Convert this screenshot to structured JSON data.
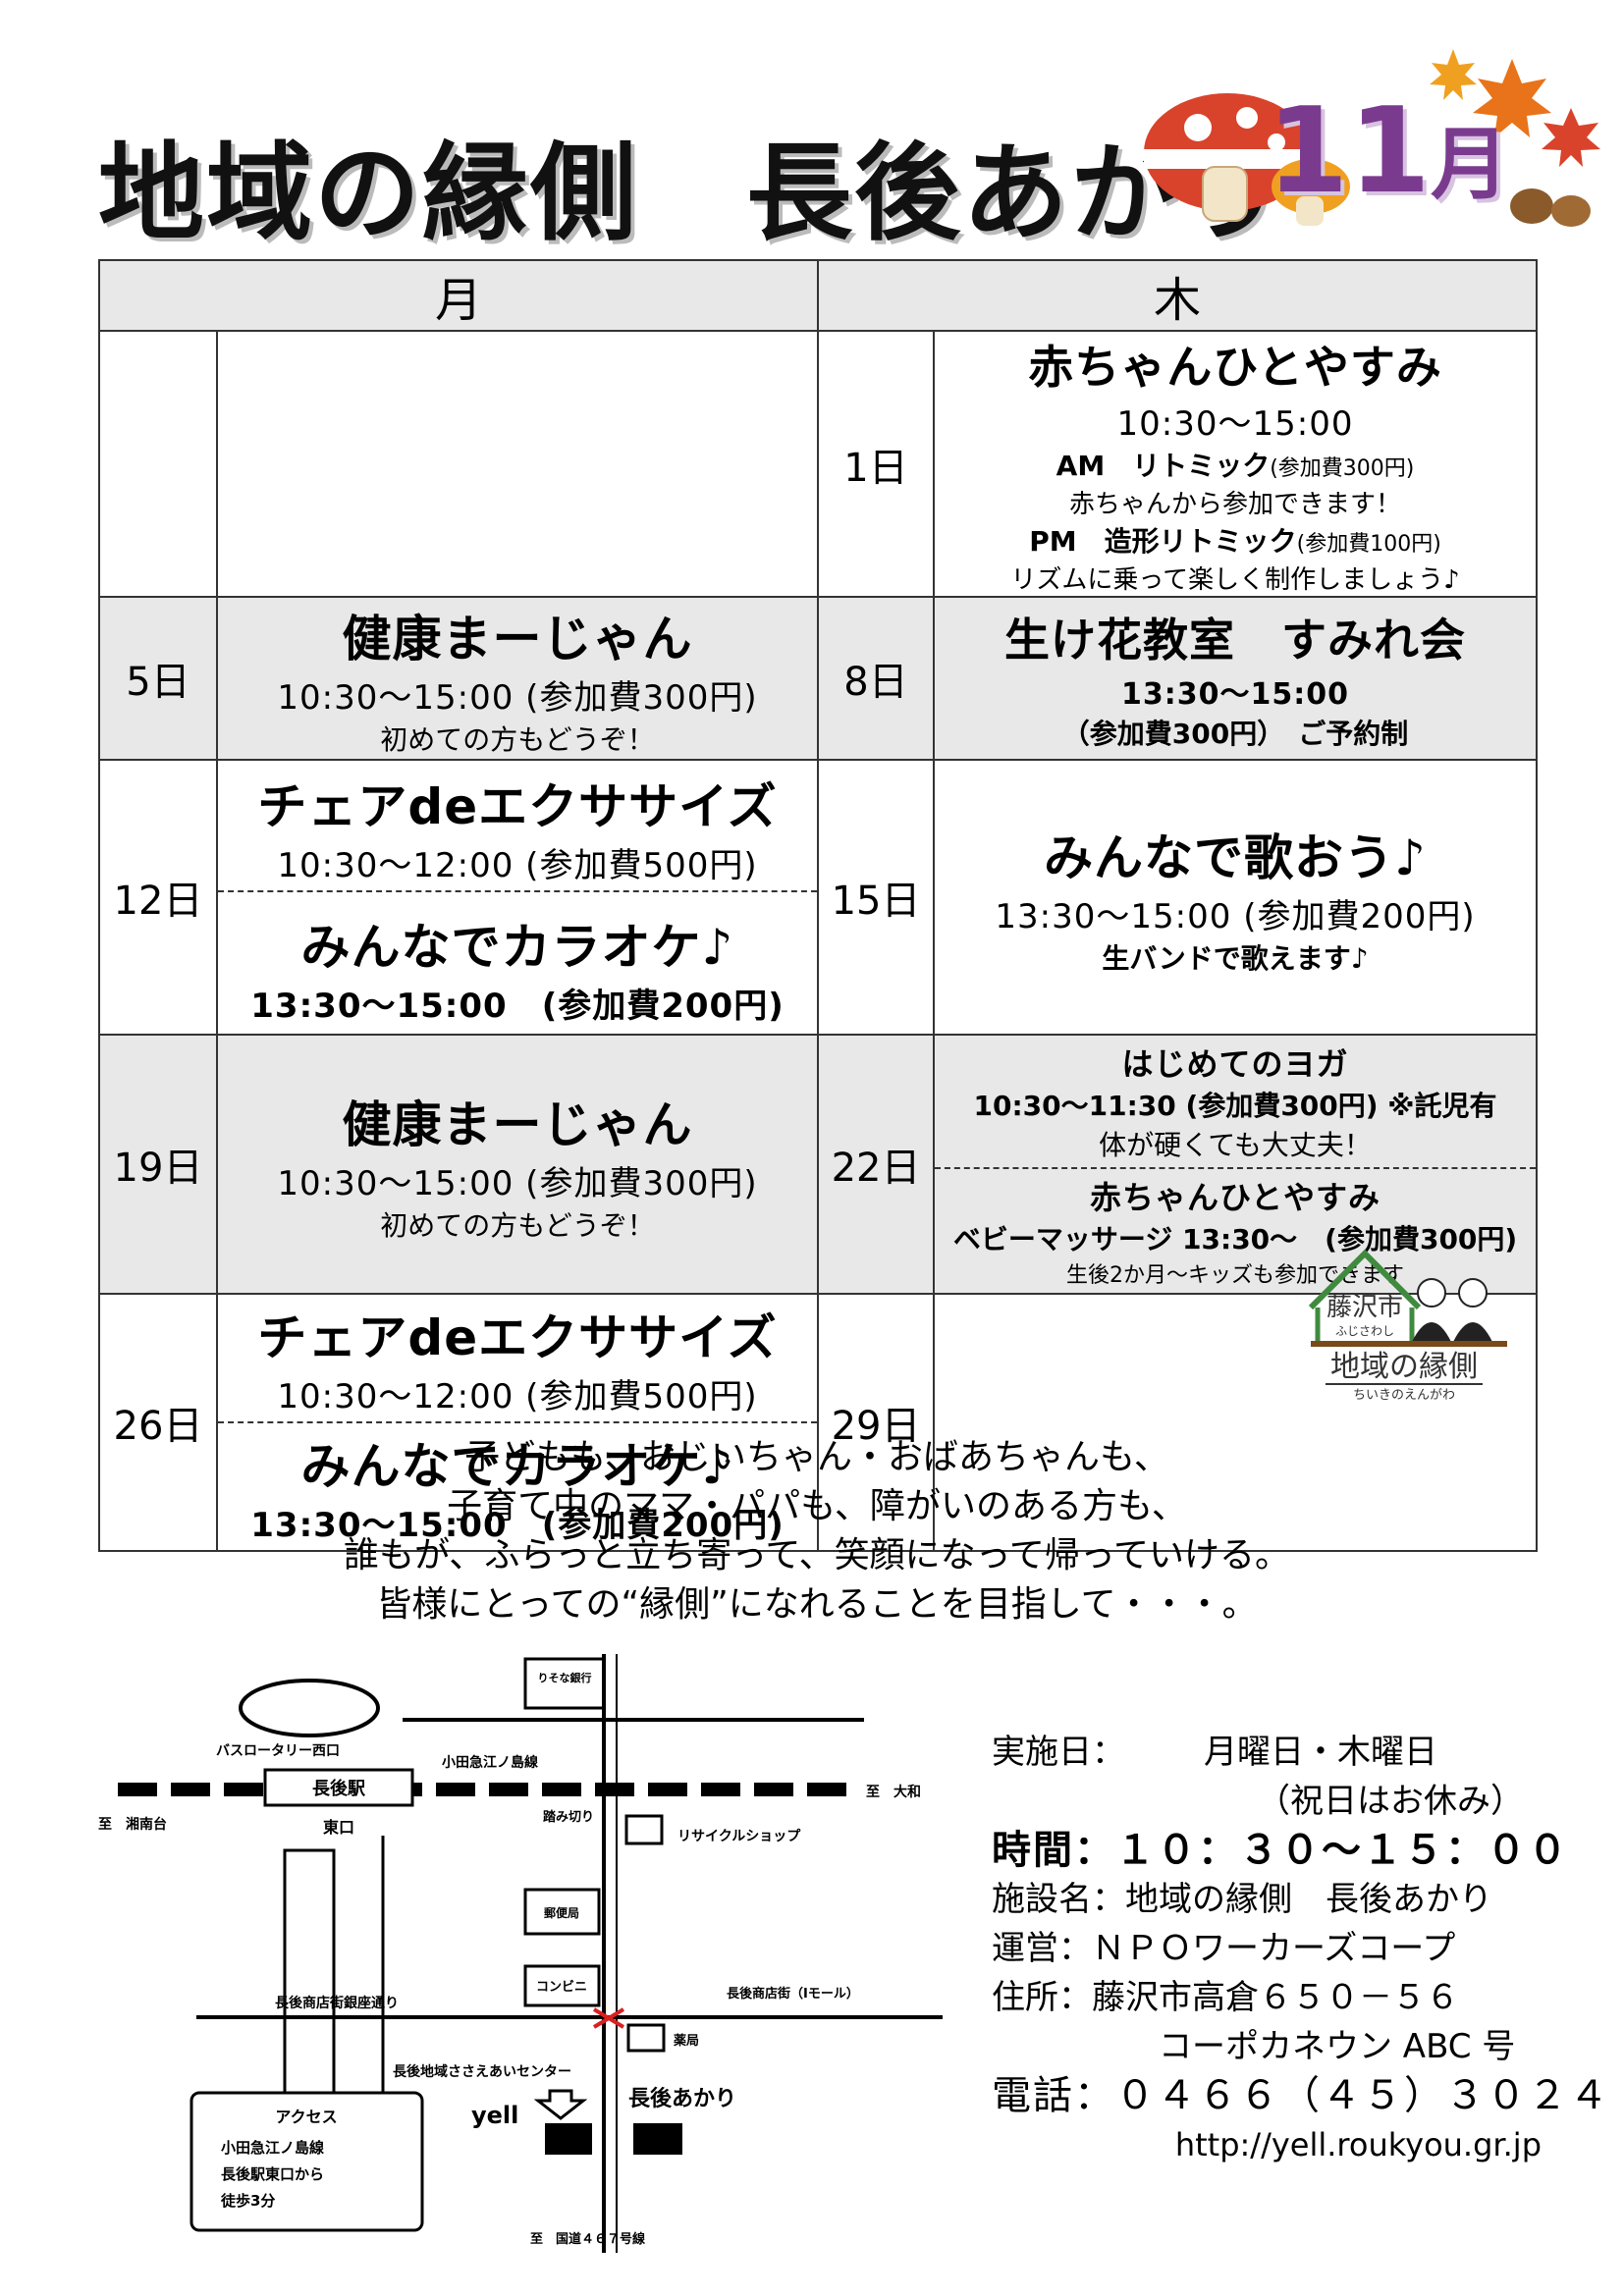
{
  "header": {
    "title": "地域の縁側　長後あかり",
    "month": "11",
    "month_unit": "月"
  },
  "calendar": {
    "col_mon": "月",
    "col_thu": "木",
    "week1": {
      "thu_day": "1日",
      "thu_title": "赤ちゃんひとやすみ",
      "thu_time": "10:30～15:00",
      "thu_am": "AM　リトミック",
      "thu_am_fee": "(参加費300円)",
      "thu_am_note": "赤ちゃんから参加できます！",
      "thu_pm": "PM　造形リトミック",
      "thu_pm_fee": "(参加費100円)",
      "thu_pm_note": "リズムに乗って楽しく制作しましょう♪"
    },
    "week2": {
      "mon_day": "5日",
      "mon_title": "健康まーじゃん",
      "mon_time": "10:30～15:00 (参加費300円)",
      "mon_note": "初めての方もどうぞ！",
      "thu_day": "8日",
      "thu_title": "生け花教室　すみれ会",
      "thu_time": "13:30～15:00",
      "thu_note": "（参加費300円）　ご予約制"
    },
    "week3": {
      "mon_day": "12日",
      "mon_title1": "チェアdeエクササイズ",
      "mon_time1": "10:30～12:00 (参加費500円)",
      "mon_title2": "みんなでカラオケ♪",
      "mon_time2": "13:30～15:00　(参加費200円)",
      "thu_day": "15日",
      "thu_title": "みんなで歌おう♪",
      "thu_time": "13:30～15:00 (参加費200円)",
      "thu_note": "生バンドで歌えます♪"
    },
    "week4": {
      "mon_day": "19日",
      "mon_title": "健康まーじゃん",
      "mon_time": "10:30～15:00 (参加費300円)",
      "mon_note": "初めての方もどうぞ！",
      "thu_day": "22日",
      "thu_title1": "はじめてのヨガ",
      "thu_time1": "10:30～11:30 (参加費300円) ※託児有",
      "thu_note1": "体が硬くても大丈夫！",
      "thu_title2": "赤ちゃんひとやすみ",
      "thu_time2": "ベビーマッサージ 13:30～　(参加費300円)",
      "thu_note2": "生後2か月～キッズも参加できます"
    },
    "week5": {
      "mon_day": "26日",
      "mon_title1": "チェアdeエクササイズ",
      "mon_time1": "10:30～12:00 (参加費500円)",
      "mon_title2": "みんなでカラオケ♪",
      "mon_time2": "13:30～15:00　(参加費200円)",
      "thu_day": "29日"
    }
  },
  "logo": {
    "city": "藤沢市",
    "city_kana": "ふじさわし",
    "name": "地域の縁側",
    "name_kana": "ちいきのえんがわ"
  },
  "slogan": [
    "子どもも、おじいちゃん・おばあちゃんも、",
    "子育て中のママ・パパも、障がいのある方も、",
    "誰もが、ふらっと立ち寄って、笑顔になって帰っていける。",
    "皆様にとっての“縁側”になれることを目指して・・・。"
  ],
  "map": {
    "bank": "りそな銀行",
    "bus": "バスロータリー西口",
    "line": "小田急江ノ島線",
    "station": "長後駅",
    "to_shonandai": "至　湘南台",
    "to_yamato": "至　大和",
    "east_exit": "東口",
    "crossing": "踏み切り",
    "recycle": "リサイクルショップ",
    "post": "郵便局",
    "ginza": "長後商店街銀座通り",
    "conbini": "コンビニ",
    "shopping": "長後商店街（Iモール）",
    "pharmacy": "薬局",
    "center": "長後地域ささえあいセンター",
    "yell": "yell",
    "akari": "長後あかり",
    "access_title": "アクセス",
    "access1": "小田急江ノ島線",
    "access2": "長後駅東口から",
    "access3": "徒歩3分",
    "to_route": "至　国道４６７号線"
  },
  "info": {
    "date_label": "実施日：",
    "date_value": "月曜日・木曜日",
    "holiday": "（祝日はお休み）",
    "time_label": "時間：",
    "time_value": "１０：３０～１５：００",
    "facility": "施設名：地域の縁側　長後あかり",
    "operator": "運営：ＮＰＯワーカーズコープ",
    "address1": "住所：藤沢市高倉６５０－５６",
    "address2": "コーポカネウン ABC 号",
    "phone": "電話：０４６６（４５）３０２４",
    "url": "http://yell.roukyou.gr.jp"
  },
  "colors": {
    "shade": "#e8e8e8",
    "month_purple": "#7a3b8f",
    "mushroom_red": "#d9432b",
    "leaf_orange": "#e8731a",
    "logo_green": "#3f8a3f"
  }
}
